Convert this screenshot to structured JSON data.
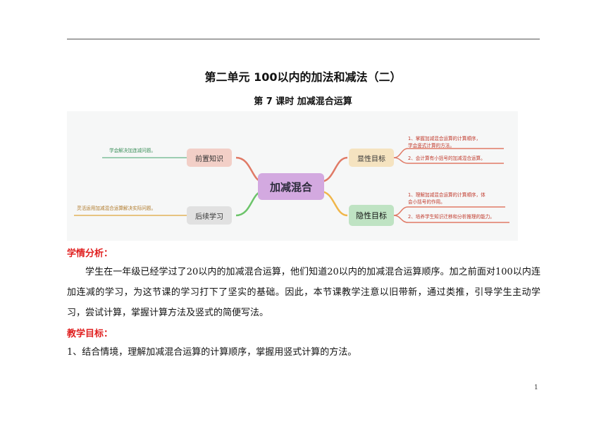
{
  "header": {
    "title": "第二单元 100以内的加法和减法（二）",
    "subtitle": "第 7 课时  加减混合运算"
  },
  "mindmap": {
    "center": "加减混合",
    "left_top": {
      "label": "前置知识",
      "leaf": "学会解决加连减问题。"
    },
    "left_bottom": {
      "label": "后续学习",
      "leaf": "灵活运用加减混合运算解决实际问题。"
    },
    "right_top": {
      "label": "显性目标",
      "leaves": [
        "1、掌握加减混合运算的计算顺序，",
        "学会竖式计算的方法。",
        "2、会计算有小括号的加减混合运算。"
      ]
    },
    "right_bottom": {
      "label": "隐性目标",
      "leaves": [
        "1、理解加减混合运算的计算顺序，体",
        "会小括号的作用。",
        "2、培养学生知识迁移和分析推理的能力。"
      ]
    },
    "colors": {
      "center": "#d3a9e0",
      "pre": "#f2cfc7",
      "post": "#e1e1e1",
      "explicit": "#f5e3c0",
      "implicit": "#bfe3c3"
    }
  },
  "sections": {
    "analysis_heading": "学情分析：",
    "analysis_text": "学生在一年级已经学过了20以内的加减混合运算，他们知道20以内的加减混合运算顺序。加之前面对100以内连加连减的学习，为这节课的学习打下了坚实的基础。因此，本节课教学注意以旧带新，通过类推，引导学生主动学习，尝试计算，掌握计算方法及竖式的简便写法。",
    "goal_heading": "教学目标：",
    "goal_1": "1、结合情境，理解加减混合运算的计算顺序，掌握用竖式计算的方法。"
  },
  "footer": {
    "page_number": "1"
  },
  "accent_color": "#e02020"
}
